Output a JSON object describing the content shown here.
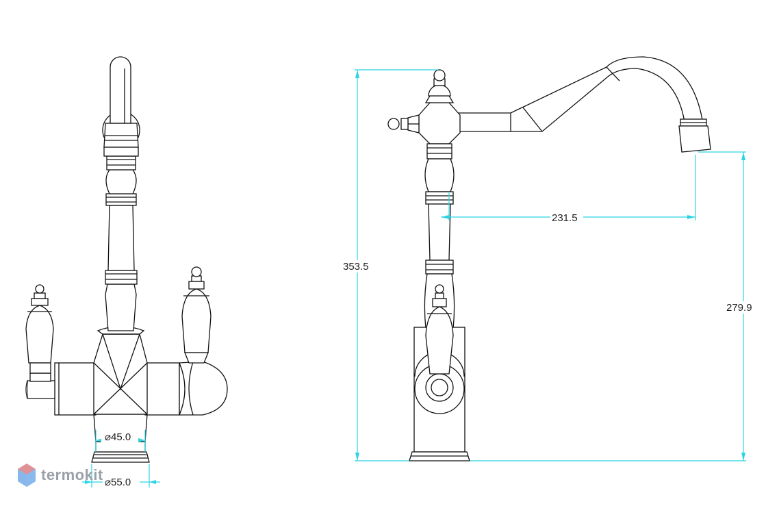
{
  "dimensions": {
    "front_inner_diameter": "⌀45.0",
    "front_base_diameter": "⌀55.0",
    "side_total_height": "353.5",
    "side_reach": "231.5",
    "side_spout_height": "279.9"
  },
  "logo": {
    "text": "termokit"
  },
  "colors": {
    "dimension_line": "#2ad4e4",
    "outline": "#111111",
    "logo_gray": "#9aa0a8",
    "logo_blue": "#6aa6e6",
    "logo_red": "#ee8a8a"
  }
}
